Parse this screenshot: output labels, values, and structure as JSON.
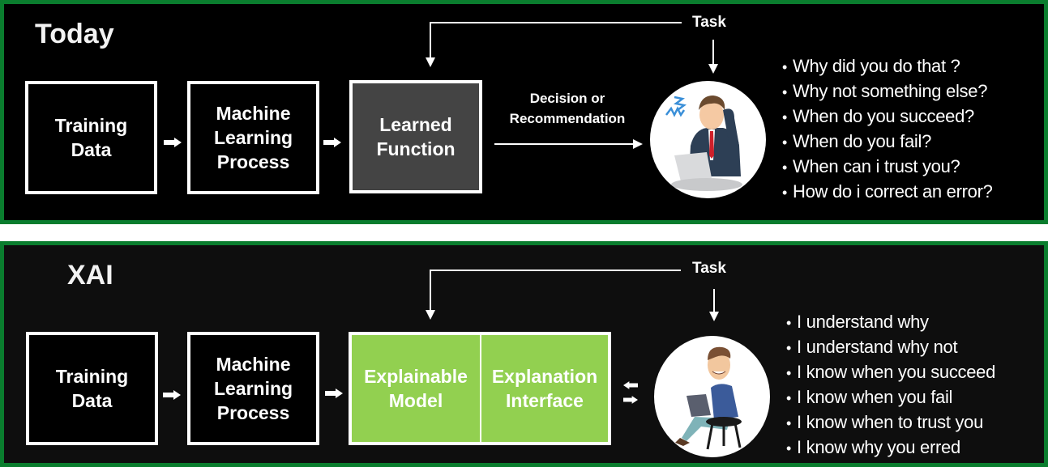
{
  "today": {
    "title": "Today",
    "boxes": [
      {
        "label": "Training\nData"
      },
      {
        "label": "Machine\nLearning\nProcess"
      },
      {
        "label": "Learned\nFunction"
      }
    ],
    "output_label": "Decision or\nRecommendation",
    "task_label": "Task",
    "user_icon": "frustrated-user-icon",
    "questions": [
      "Why did you do that ?",
      "Why not something else?",
      "When do you succeed?",
      "When do you fail?",
      "When can i trust you?",
      "How do i correct an error?"
    ]
  },
  "xai": {
    "title": "XAI",
    "boxes": [
      {
        "label": "Training\nData"
      },
      {
        "label": "Machine\nLearning\nProcess"
      },
      {
        "label": "Explainable\nModel"
      },
      {
        "label": "Explanation\nInterface"
      }
    ],
    "task_label": "Task",
    "user_icon": "happy-user-icon",
    "statements": [
      "I understand why",
      "I understand why not",
      "I know when you succeed",
      "I know when you fail",
      "I know when to trust you",
      "I know why you erred"
    ]
  },
  "colors": {
    "panel_border": "#0a7d2e",
    "green_box": "#92d050",
    "grey_box": "#444444"
  }
}
